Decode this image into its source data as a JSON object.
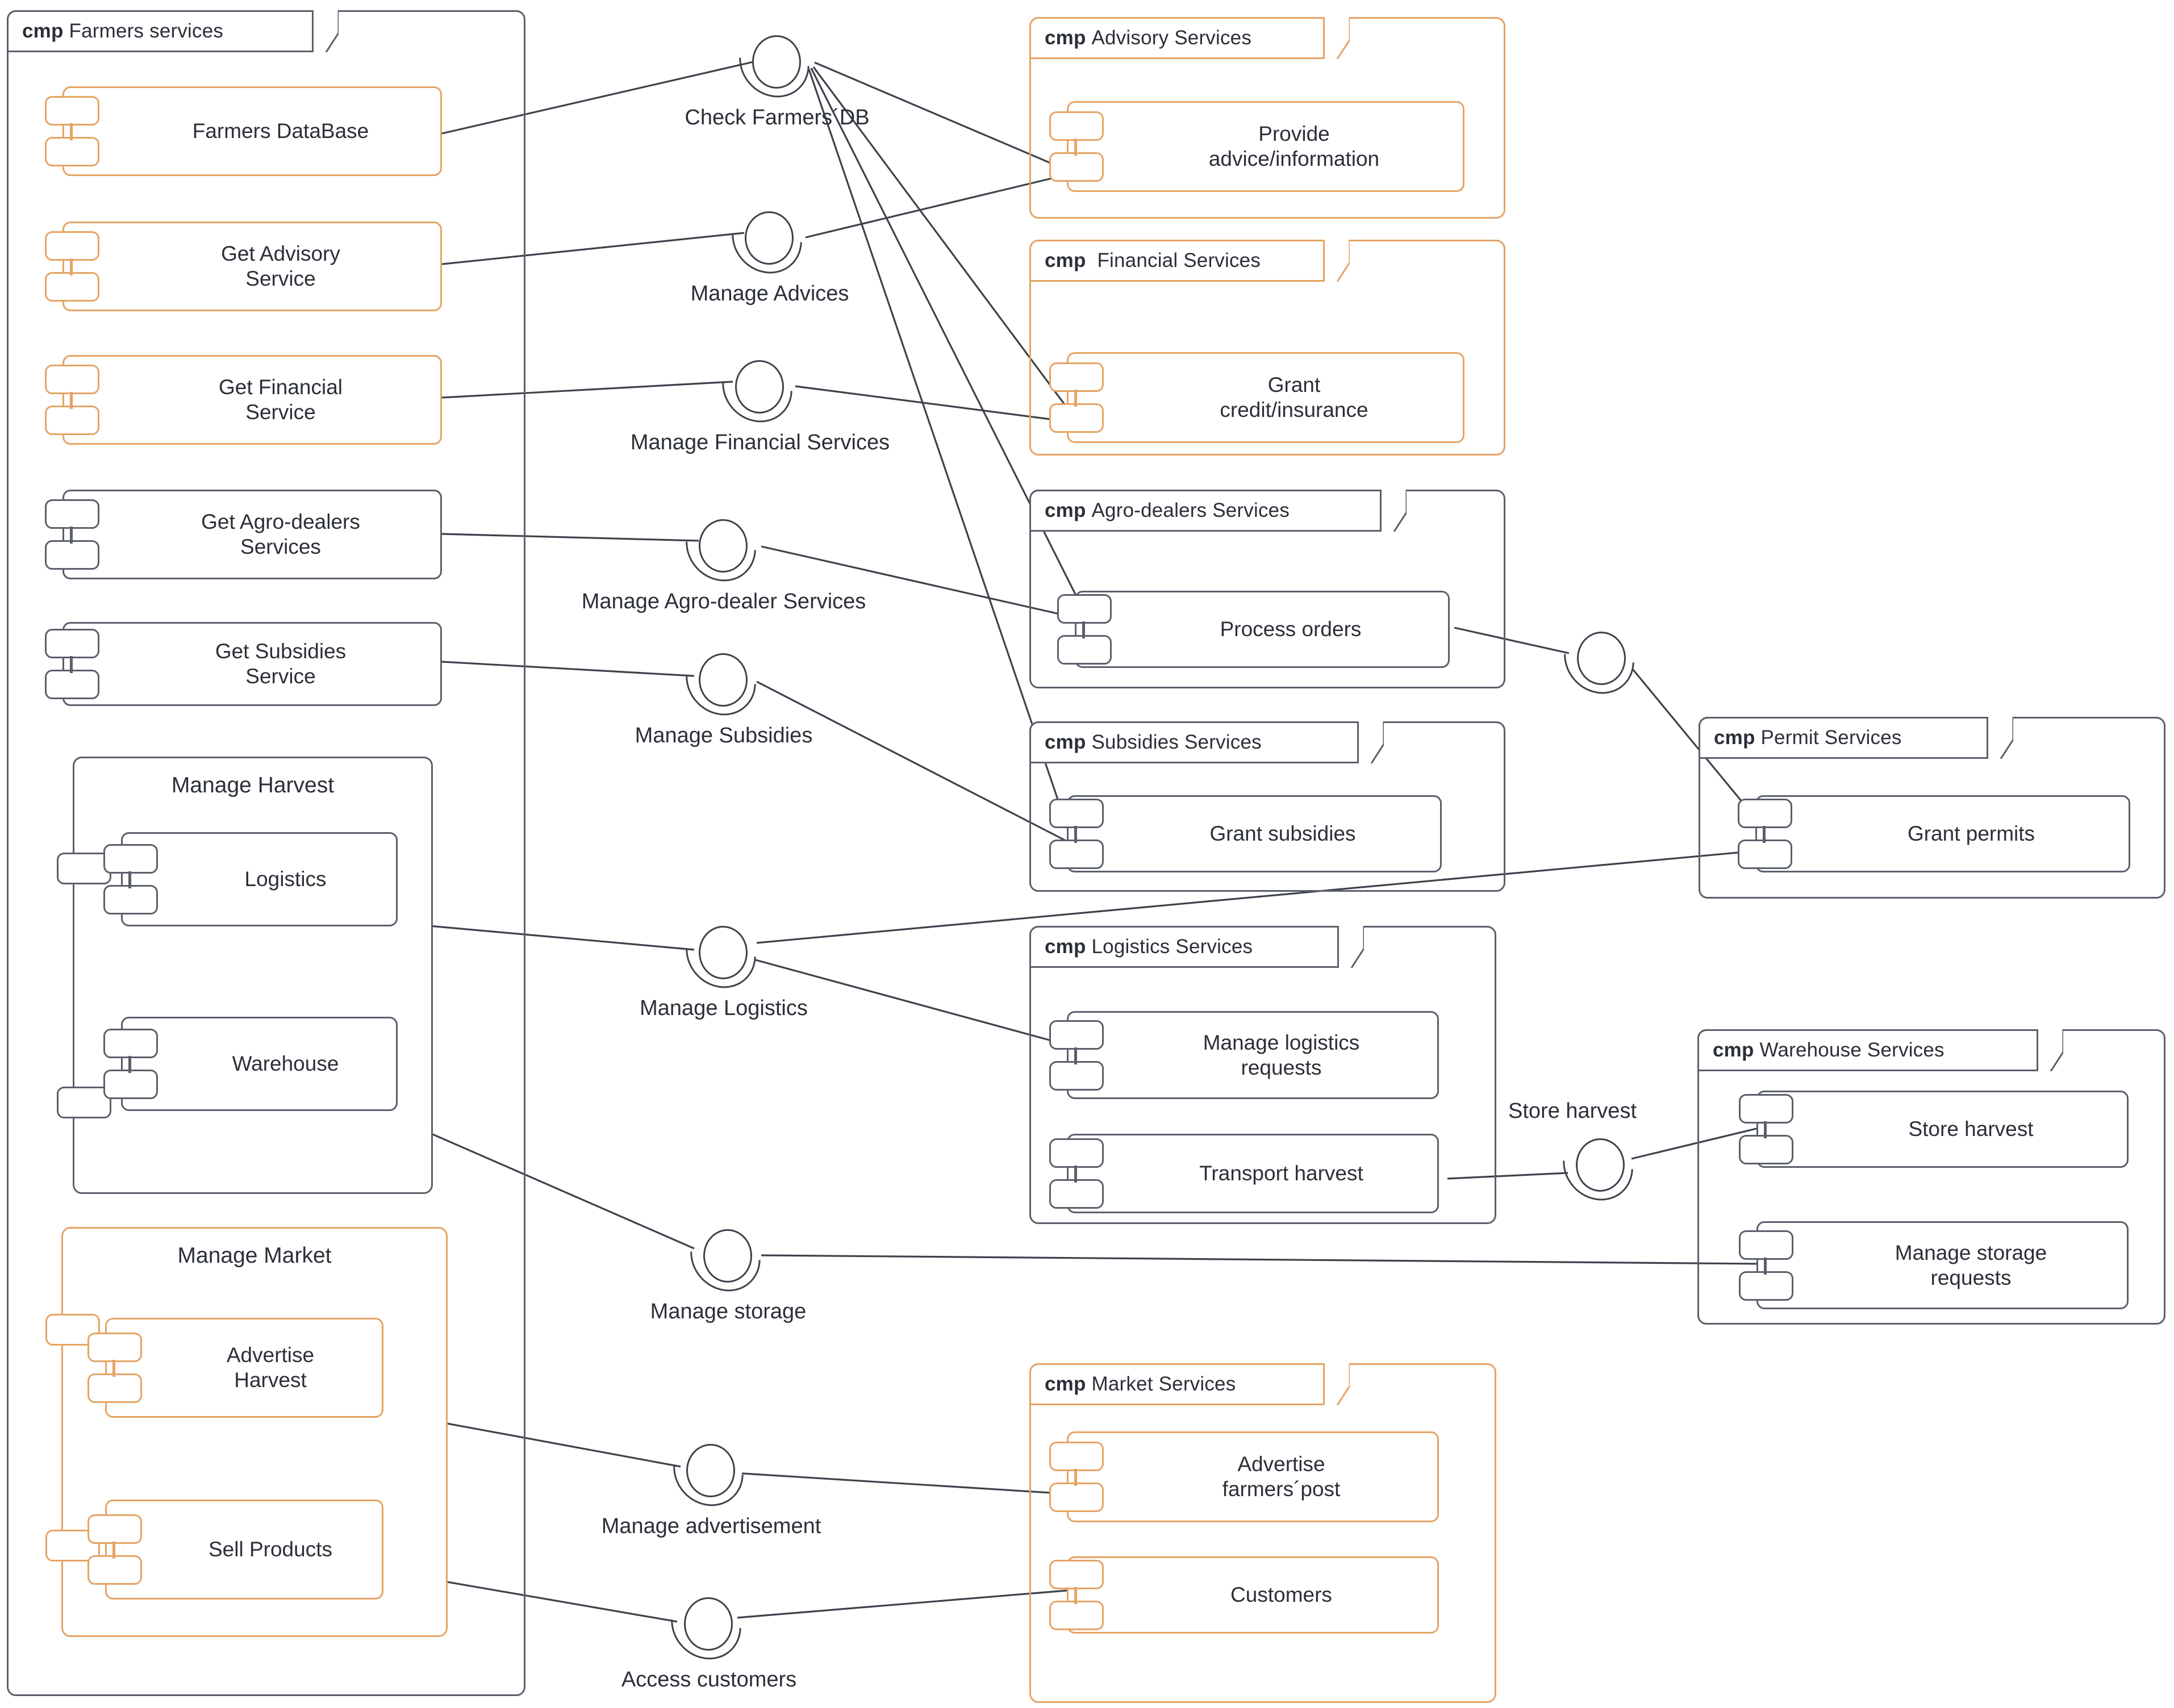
{
  "diagram": {
    "type": "UML Component Diagram",
    "stereotype": "cmp"
  },
  "packages": [
    {
      "id": "farmers-services",
      "stereotype": "cmp",
      "name": "Farmers services",
      "color": "#5a5f6a"
    },
    {
      "id": "advisory-services",
      "stereotype": "cmp",
      "name": "Advisory Services",
      "color": "#e5a463"
    },
    {
      "id": "financial-services",
      "stereotype": "cmp",
      "name": "Financial Services",
      "color": "#e5a463"
    },
    {
      "id": "agro-dealers-services",
      "stereotype": "cmp",
      "name": "Agro-dealers  Services",
      "color": "#5a5f6a"
    },
    {
      "id": "subsidies-services",
      "stereotype": "cmp",
      "name": "Subsidies  Services",
      "color": "#5a5f6a"
    },
    {
      "id": "permit-services",
      "stereotype": "cmp",
      "name": "Permit  Services",
      "color": "#5a5f6a"
    },
    {
      "id": "logistics-services",
      "stereotype": "cmp",
      "name": "Logistics  Services",
      "color": "#5a5f6a"
    },
    {
      "id": "warehouse-services",
      "stereotype": "cmp",
      "name": "Warehouse  Services",
      "color": "#5a5f6a"
    },
    {
      "id": "market-services",
      "stereotype": "cmp",
      "name": "Market  Services",
      "color": "#e5a463"
    }
  ],
  "components": {
    "farmers_database": "Farmers DataBase",
    "get_advisory_service": "Get Advisory\nService",
    "get_financial_service": "Get Financial\nService",
    "get_agro_dealers_services": "Get Agro-dealers\nServices",
    "get_subsidies_service": "Get Subsidies\nService",
    "manage_harvest": "Manage Harvest",
    "logistics": "Logistics",
    "warehouse": "Warehouse",
    "manage_market": "Manage Market",
    "advertise_harvest": "Advertise\nHarvest",
    "sell_products": "Sell Products",
    "provide_advice_information": "Provide\nadvice/information",
    "grant_credit_insurance": "Grant\ncredit/insurance",
    "process_orders": "Process orders",
    "grant_subsidies": "Grant subsidies",
    "grant_permits": "Grant permits",
    "manage_logistics_requests": "Manage logistics\nrequests",
    "transport_harvest": "Transport harvest",
    "store_harvest": "Store harvest",
    "manage_storage_requests": "Manage storage\nrequests",
    "advertise_farmers_post": "Advertise\nfarmers´post",
    "customers": "Customers"
  },
  "interfaces": [
    {
      "id": "check-farmers-db",
      "name": "Check Farmers´DB"
    },
    {
      "id": "manage-advices",
      "name": "Manage Advices"
    },
    {
      "id": "manage-financial-services",
      "name": "Manage Financial Services"
    },
    {
      "id": "manage-agro-dealer-services",
      "name": "Manage Agro-dealer Services"
    },
    {
      "id": "manage-subsidies",
      "name": "Manage Subsidies"
    },
    {
      "id": "manage-logistics",
      "name": "Manage Logistics"
    },
    {
      "id": "manage-storage",
      "name": "Manage storage"
    },
    {
      "id": "store-harvest",
      "name": "Store harvest"
    },
    {
      "id": "permit-link",
      "name": ""
    },
    {
      "id": "manage-advertisement",
      "name": "Manage advertisement"
    },
    {
      "id": "access-customers",
      "name": "Access customers"
    }
  ],
  "colors": {
    "orange": "#e5a463",
    "gray": "#5a5f6a",
    "line": "#3d424b",
    "text": "#2b2f38",
    "background": "#ffffff"
  }
}
